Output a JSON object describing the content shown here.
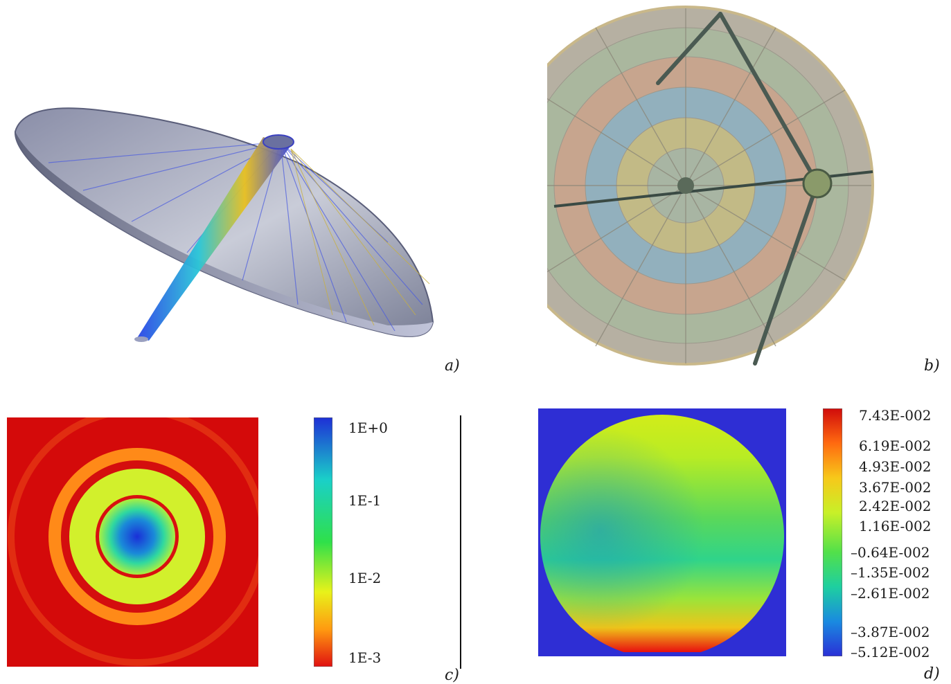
{
  "panels": {
    "a": {
      "label": "a)"
    },
    "b": {
      "label": "b)"
    },
    "c": {
      "label": "c)",
      "colorbar_labels": [
        "1E+0",
        "1E-1",
        "1E-2",
        "1E-3"
      ],
      "colorbar_colors": [
        "#1e2fd6",
        "#1ad0c8",
        "#2fe04a",
        "#e8f21a",
        "#ff9a10",
        "#e01010"
      ],
      "field_colors": {
        "background": "#d60b0b",
        "ring_outer": "#ff8a18",
        "ring_inner": "#d61010",
        "disk": "#d6f02a",
        "center": "#1a33d8"
      }
    },
    "d": {
      "label": "d)",
      "colorbar_labels": [
        "7.43E-002",
        "6.19E-002",
        "4.93E-002",
        "3.67E-002",
        "2.42E-002",
        "1.16E-002",
        "–0.64E-002",
        "–1.35E-002",
        "–2.61E-002",
        "–3.87E-002",
        "–5.12E-002"
      ],
      "colorbar_colors": [
        "#d00b0b",
        "#ff6a10",
        "#f7c81a",
        "#c8f028",
        "#52e04a",
        "#1ecfa0",
        "#1a8ae0",
        "#2a2fd6"
      ],
      "field_colors": {
        "background": "#2f2fd2",
        "top": "#e6f01a",
        "middle": "#2fd47a",
        "bottom": "#e81010"
      }
    }
  }
}
